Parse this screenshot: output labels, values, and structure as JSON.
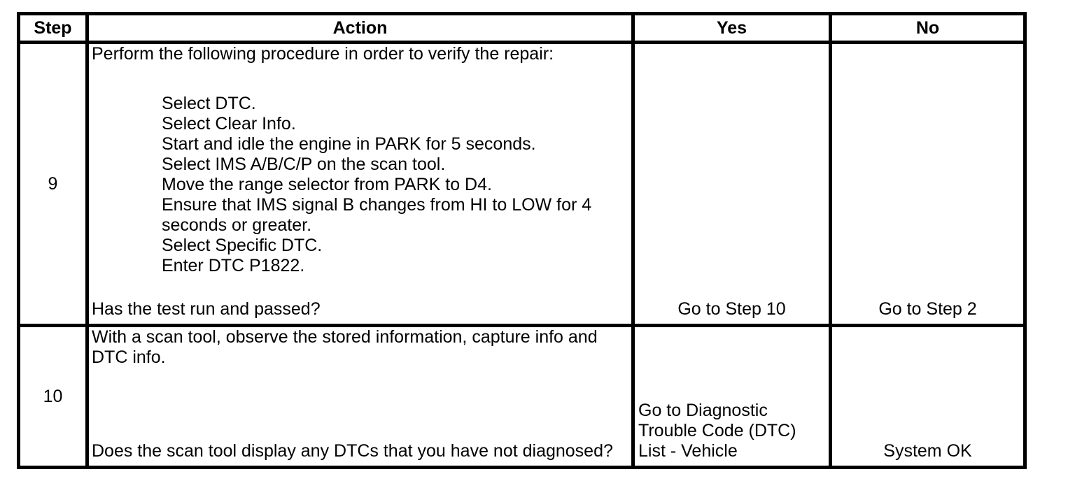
{
  "page": {
    "background": "#ffffff",
    "text_color": "#000000",
    "gridline_color": "#000000"
  },
  "table": {
    "columns": {
      "step_label": "Step",
      "action_label": "Action",
      "yes_label": "Yes",
      "no_label": "No"
    },
    "rows": [
      {
        "step": "9",
        "intro": "Perform the following procedure in order to verify the repair:",
        "substeps": [
          "Select DTC.",
          "Select Clear Info.",
          "Start and idle the engine in PARK for 5 seconds.",
          "Select IMS A/B/C/P on the scan tool.",
          "Move the range selector from PARK to D4.",
          "Ensure that IMS signal B changes from HI to LOW for 4 seconds or greater.",
          "Select Specific DTC.",
          "Enter DTC P1822."
        ],
        "question": "Has the test run and passed?",
        "yes": "Go to Step 10",
        "no": "Go to Step 2"
      },
      {
        "step": "10",
        "intro": "With a scan tool, observe the stored information, capture info and DTC info.",
        "question": "Does the scan tool display any DTCs that you have not diagnosed?",
        "yes_lines": [
          "Go to Diagnostic",
          "Trouble Code (DTC)",
          "List - Vehicle"
        ],
        "no": "System OK"
      }
    ]
  }
}
